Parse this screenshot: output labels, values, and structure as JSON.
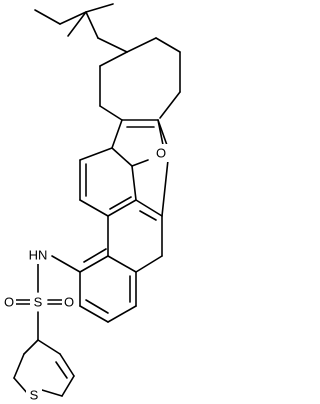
{
  "structure": {
    "atoms": {
      "O": "O",
      "NH": "HN",
      "S_sulfonyl": "S",
      "O_sulfonyl_left": "O",
      "O_sulfonyl_right": "O",
      "S_thiophene": "S"
    }
  }
}
